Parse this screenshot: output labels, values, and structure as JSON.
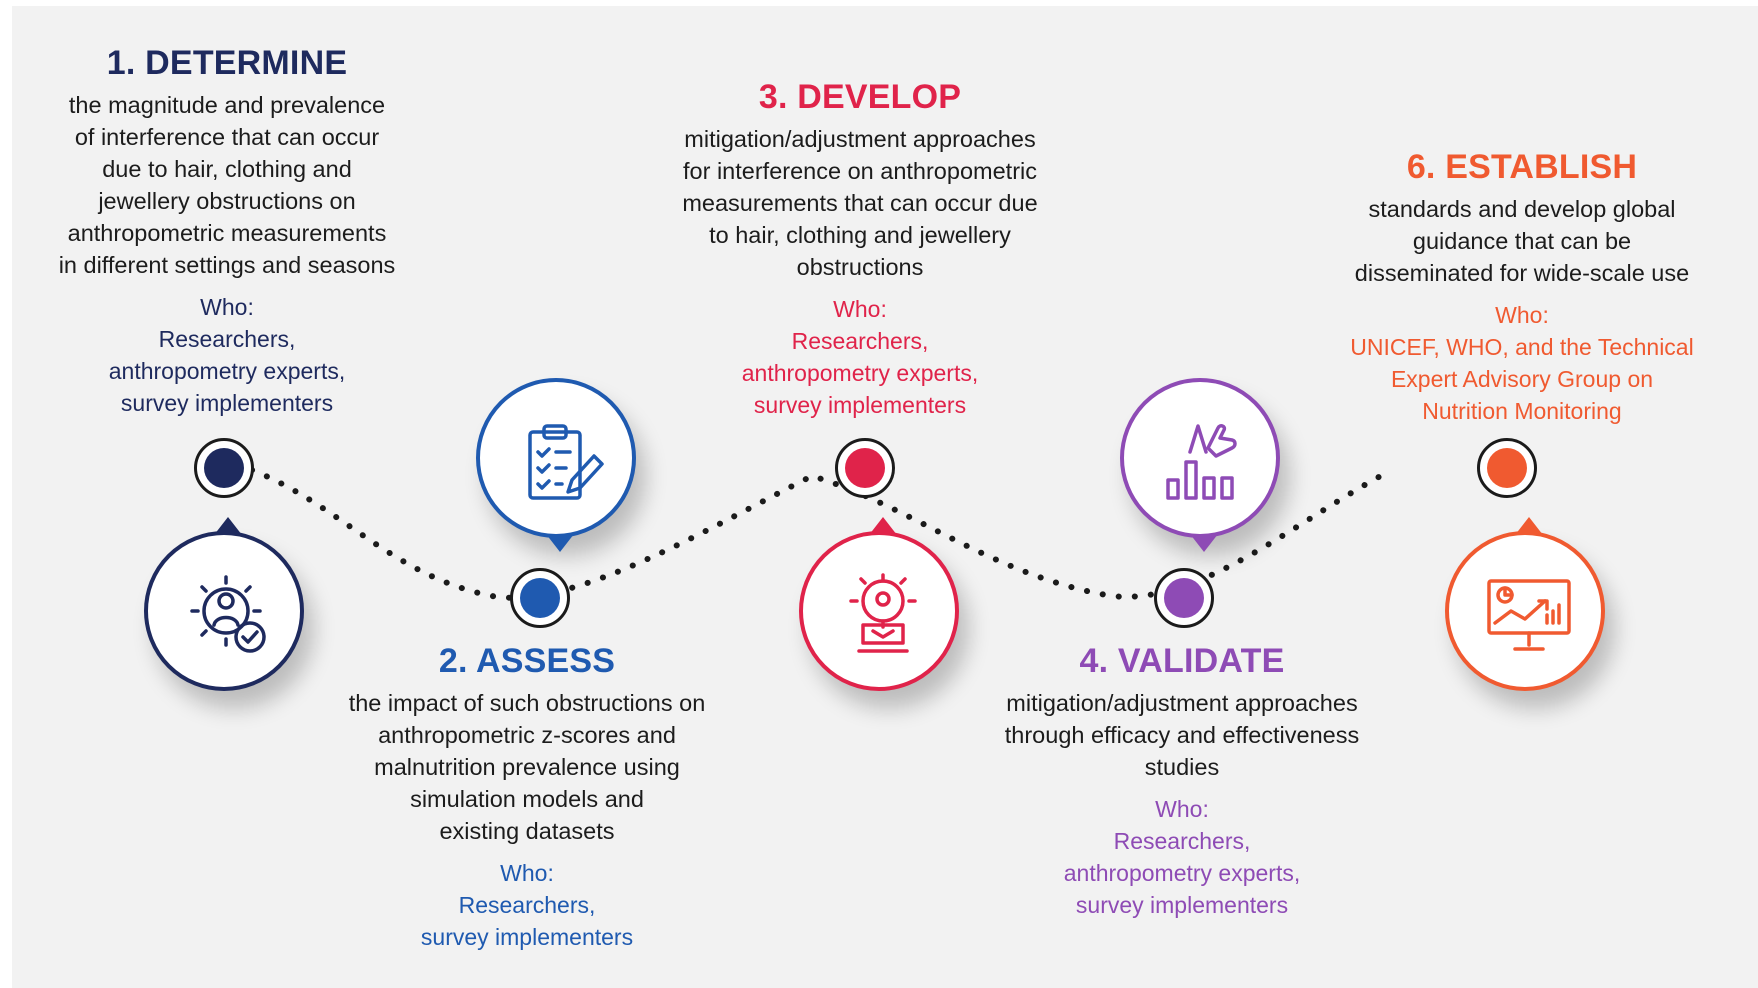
{
  "steps": [
    {
      "id": "determine",
      "title": "1. DETERMINE",
      "description_lines": [
        "the magnitude and prevalence",
        "of interference that can occur",
        "due to hair, clothing and",
        "jewellery obstructions on",
        "anthropometric measurements",
        "in different settings and seasons"
      ],
      "who_label": "Who:",
      "who_lines": [
        "Researchers,",
        "anthropometry experts,",
        "survey implementers"
      ],
      "color": "#1e2a5e",
      "icon": "gear-check-icon"
    },
    {
      "id": "assess",
      "title": "2. ASSESS",
      "description_lines": [
        "the impact of such obstructions on",
        "anthropometric z-scores and",
        "malnutrition prevalence using",
        "simulation models and",
        "existing datasets"
      ],
      "who_label": "Who:",
      "who_lines": [
        "Researchers,",
        "survey implementers"
      ],
      "color": "#1f5ab0",
      "icon": "clipboard-checklist-icon"
    },
    {
      "id": "develop",
      "title": "3. DEVELOP",
      "description_lines": [
        "mitigation/adjustment approaches",
        "for interference on anthropometric",
        "measurements that can occur due",
        "to hair, clothing and jewellery",
        "obstructions"
      ],
      "who_label": "Who:",
      "who_lines": [
        "Researchers,",
        "anthropometry experts,",
        "survey implementers"
      ],
      "color": "#e0234a",
      "icon": "gear-worker-icon"
    },
    {
      "id": "validate",
      "title": "4. VALIDATE",
      "description_lines": [
        "mitigation/adjustment approaches",
        "through efficacy and effectiveness",
        "studies"
      ],
      "who_label": "Who:",
      "who_lines": [
        "Researchers,",
        "anthropometry experts,",
        "survey implementers"
      ],
      "color": "#8e4bb5",
      "icon": "bar-chart-hand-icon"
    },
    {
      "id": "establish",
      "title": "6. ESTABLISH",
      "description_lines": [
        "standards and develop global",
        "guidance that can be",
        "disseminated for wide-scale use"
      ],
      "who_label": "Who:",
      "who_lines": [
        "UNICEF, WHO, and the Technical",
        "Expert Advisory Group on",
        "Nutrition Monitoring"
      ],
      "color": "#f05a30",
      "icon": "presentation-chart-icon"
    }
  ]
}
